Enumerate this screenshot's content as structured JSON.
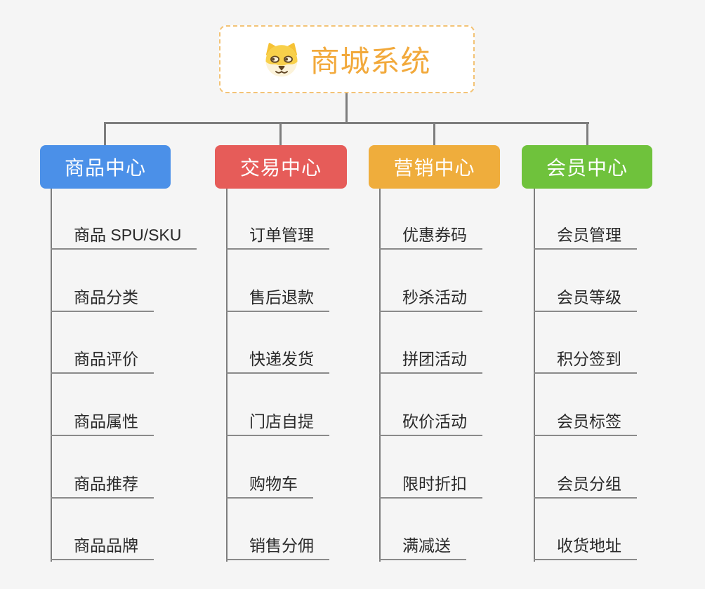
{
  "root": {
    "title": "商城系统",
    "accent_color": "#f2a93b",
    "border_color": "#f3c376",
    "icon": "dog-face-icon"
  },
  "connector_color": "#7d7d7d",
  "background_color": "#f5f5f5",
  "branches": [
    {
      "label": "商品中心",
      "color": "#4b90e8",
      "children": [
        "商品 SPU/SKU",
        "商品分类",
        "商品评价",
        "商品属性",
        "商品推荐",
        "商品品牌"
      ]
    },
    {
      "label": "交易中心",
      "color": "#e65c59",
      "children": [
        "订单管理",
        "售后退款",
        "快递发货",
        "门店自提",
        "购物车",
        "销售分佣"
      ]
    },
    {
      "label": "营销中心",
      "color": "#efad3c",
      "children": [
        "优惠券码",
        "秒杀活动",
        "拼团活动",
        "砍价活动",
        "限时折扣",
        "满减送"
      ]
    },
    {
      "label": "会员中心",
      "color": "#6fc23c",
      "children": [
        "会员管理",
        "会员等级",
        "积分签到",
        "会员标签",
        "会员分组",
        "收货地址"
      ]
    }
  ]
}
